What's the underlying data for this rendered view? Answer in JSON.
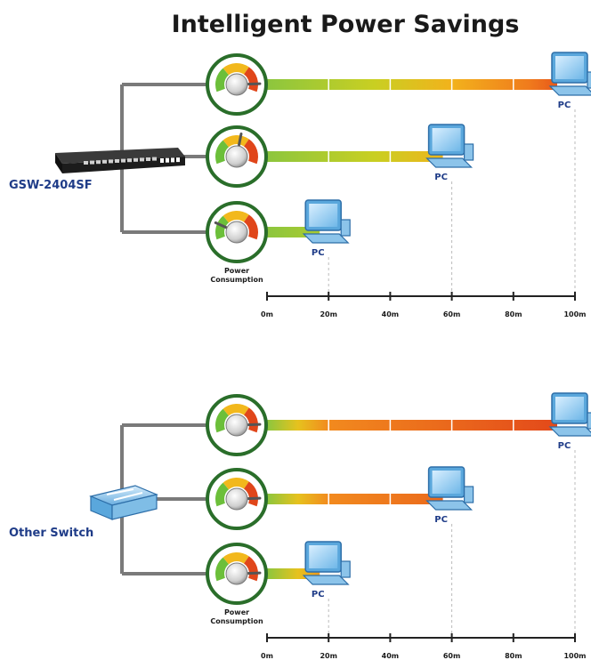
{
  "title": "Intelligent Power Savings",
  "colors": {
    "wire": "#7a7a7a",
    "gauge_ring": "#2a6e2a",
    "gauge_green": "#6cbf3a",
    "gauge_yellow": "#f2b81c",
    "gauge_red": "#e0461a",
    "bar_green": "#8cc63e",
    "bar_yellow": "#e6c21e",
    "bar_orange": "#f28a1e",
    "bar_red": "#e24a1a",
    "label_blue": "#1f3c88",
    "monitor": "#5aa7dc"
  },
  "sections": [
    {
      "id": "gsw",
      "switch_label": "GSW-2404SF",
      "switch_icon": "rack-switch-icon",
      "gauge_caption": "Power Consumption",
      "pc_label": "PC",
      "axis_unit": "m",
      "axis_ticks": [
        "0m",
        "20m",
        "40m",
        "60m",
        "80m",
        "100m"
      ],
      "rows": [
        {
          "distance_m": 100,
          "power_level": 0.9
        },
        {
          "distance_m": 60,
          "power_level": 0.55
        },
        {
          "distance_m": 20,
          "power_level": 0.2
        }
      ]
    },
    {
      "id": "other",
      "switch_label": "Other Switch",
      "switch_icon": "generic-switch-icon",
      "gauge_caption": "Power Consumption",
      "pc_label": "PC",
      "axis_unit": "m",
      "axis_ticks": [
        "0m",
        "20m",
        "40m",
        "60m",
        "80m",
        "100m"
      ],
      "rows": [
        {
          "distance_m": 100,
          "power_level": 0.9
        },
        {
          "distance_m": 60,
          "power_level": 0.9
        },
        {
          "distance_m": 20,
          "power_level": 0.9
        }
      ]
    }
  ]
}
